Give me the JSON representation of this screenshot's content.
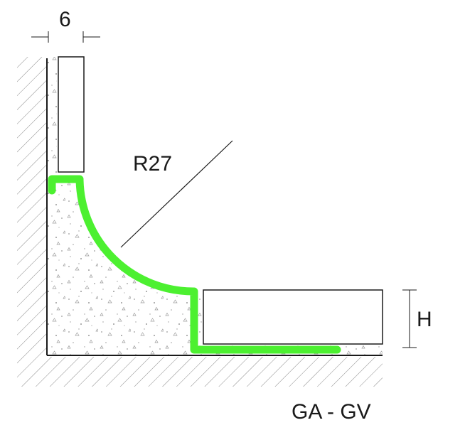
{
  "labels": {
    "thickness": "6",
    "radius": "R27",
    "height": "H",
    "model": "GA - GV"
  },
  "colors": {
    "profile": "#4cf030",
    "line": "#1a1a1a",
    "hatch": "#8a8a8a",
    "concrete_dots": "#9a9a9a",
    "background": "#ffffff"
  }
}
